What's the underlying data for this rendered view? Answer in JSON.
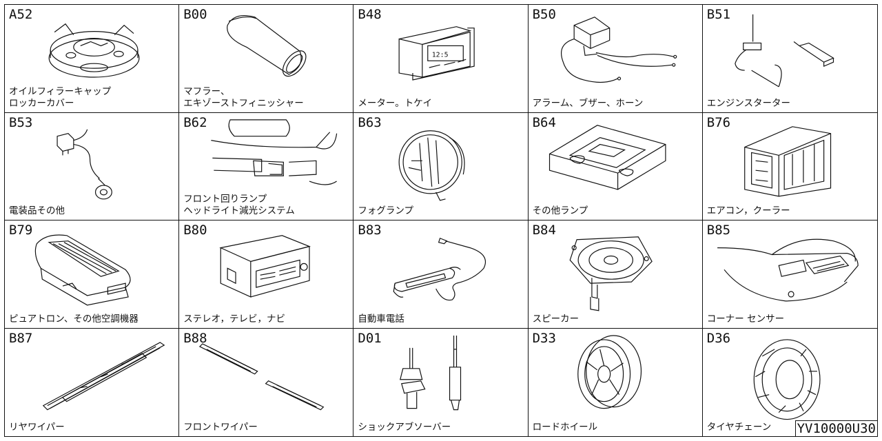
{
  "cells": [
    {
      "code": "A52",
      "label": "オイルフィラーキャップ\nロッカーカバー",
      "icon": "filler-cap-icon"
    },
    {
      "code": "B00",
      "label": "マフラー、\nエキゾーストフィニッシャー",
      "icon": "muffler-icon"
    },
    {
      "code": "B48",
      "label": "メーター。トケイ",
      "icon": "clock-meter-icon"
    },
    {
      "code": "B50",
      "label": "アラーム、ブザー、ホーン",
      "icon": "alarm-buzzer-icon"
    },
    {
      "code": "B51",
      "label": "エンジンスターター",
      "icon": "engine-starter-icon"
    },
    {
      "code": "B53",
      "label": "電装品その他",
      "icon": "electrical-parts-icon"
    },
    {
      "code": "B62",
      "label": "フロント回りランプ\nヘッドライト減光システム",
      "icon": "front-lamp-icon"
    },
    {
      "code": "B63",
      "label": "フォグランプ",
      "icon": "fog-lamp-icon"
    },
    {
      "code": "B64",
      "label": "その他ランプ",
      "icon": "room-lamp-icon"
    },
    {
      "code": "B76",
      "label": "エアコン，クーラー",
      "icon": "air-conditioner-icon"
    },
    {
      "code": "B79",
      "label": "ピュアトロン、その他空調機器",
      "icon": "air-purifier-icon"
    },
    {
      "code": "B80",
      "label": "ステレオ，テレビ，ナビ",
      "icon": "stereo-unit-icon"
    },
    {
      "code": "B83",
      "label": "自動車電話",
      "icon": "car-phone-icon"
    },
    {
      "code": "B84",
      "label": "スピーカー",
      "icon": "speaker-icon"
    },
    {
      "code": "B85",
      "label": "コーナー センサー",
      "icon": "corner-sensor-icon"
    },
    {
      "code": "B87",
      "label": "リヤワイパー",
      "icon": "rear-wiper-icon"
    },
    {
      "code": "B88",
      "label": "フロントワイパー",
      "icon": "front-wiper-icon"
    },
    {
      "code": "D01",
      "label": "ショックアブソーバー",
      "icon": "shock-absorber-icon"
    },
    {
      "code": "D33",
      "label": "ロードホイール",
      "icon": "road-wheel-icon"
    },
    {
      "code": "D36",
      "label": "タイヤチェーン",
      "icon": "tire-chain-icon"
    }
  ],
  "clock_display": "12:5",
  "doc_id": "YV10000U30"
}
